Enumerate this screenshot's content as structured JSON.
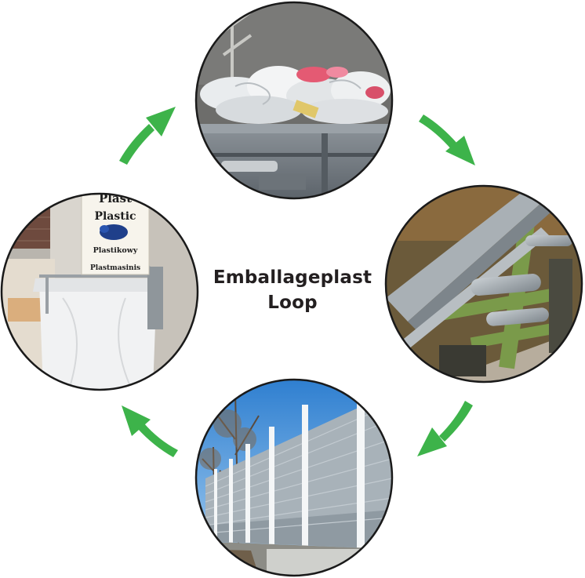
{
  "title": {
    "line1": "Emballageplast",
    "line2": "Loop"
  },
  "sign": {
    "line1": "Plast",
    "line2": "Plastic",
    "line3": "Plastikowy",
    "line4": "Plastmasinis"
  },
  "colors": {
    "arrow_green": "#3db34a",
    "circle_border": "#1a1a1a",
    "background": "#ffffff"
  },
  "cycle_steps": [
    {
      "position": "top",
      "depicts": "plastic-waste-container"
    },
    {
      "position": "right",
      "depicts": "recycling-extrusion-machine"
    },
    {
      "position": "bottom",
      "depicts": "plastic-noise-barrier-wall"
    },
    {
      "position": "left",
      "depicts": "plastic-collection-bag-stand"
    }
  ]
}
